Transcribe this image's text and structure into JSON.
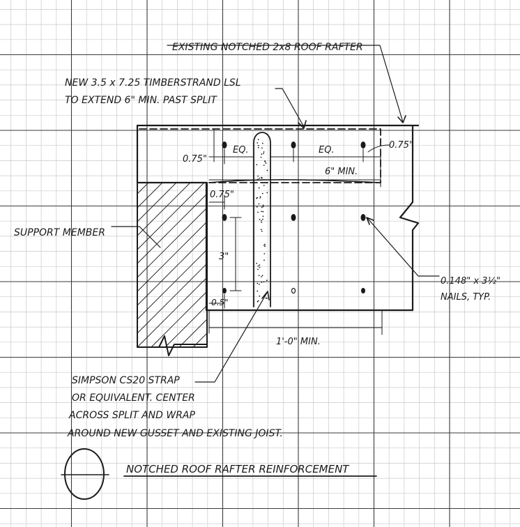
{
  "labels": {
    "rafter": "EXISTING NOTCHED 2x8 ROOF RAFTER",
    "lsl_line1": "NEW 3.5 x 7.25 TIMBERSTRAND LSL",
    "lsl_line2": "TO EXTEND 6\" MIN. PAST SPLIT",
    "support": "SUPPORT MEMBER",
    "nails_line1": "0.148\" x 3½\"",
    "nails_line2": "NAILS, TYP.",
    "strap_line1": "SIMPSON CS20 STRAP",
    "strap_line2": "OR EQUIVALENT. CENTER",
    "strap_line3": "ACROSS SPLIT AND WRAP",
    "strap_line4": "AROUND NEW GUSSET AND EXISTING JOIST.",
    "title": "NOTCHED ROOF RAFTER REINFORCEMENT"
  },
  "dimensions": {
    "edge_left_top": "0.75\"",
    "eq_left": "EQ.",
    "eq_right": "EQ.",
    "edge_right_top": "0.75\"",
    "six_min": "6\" MIN.",
    "edge_left_mid": "0.75\"",
    "three": "3\"",
    "half": "0.5\"",
    "one_foot_min": "1'-0\" MIN."
  },
  "colors": {
    "ink": "#1a1a1a",
    "grid": "#c9c9c9",
    "grid_major": "#3a3a3a",
    "paper": "#ffffff"
  }
}
